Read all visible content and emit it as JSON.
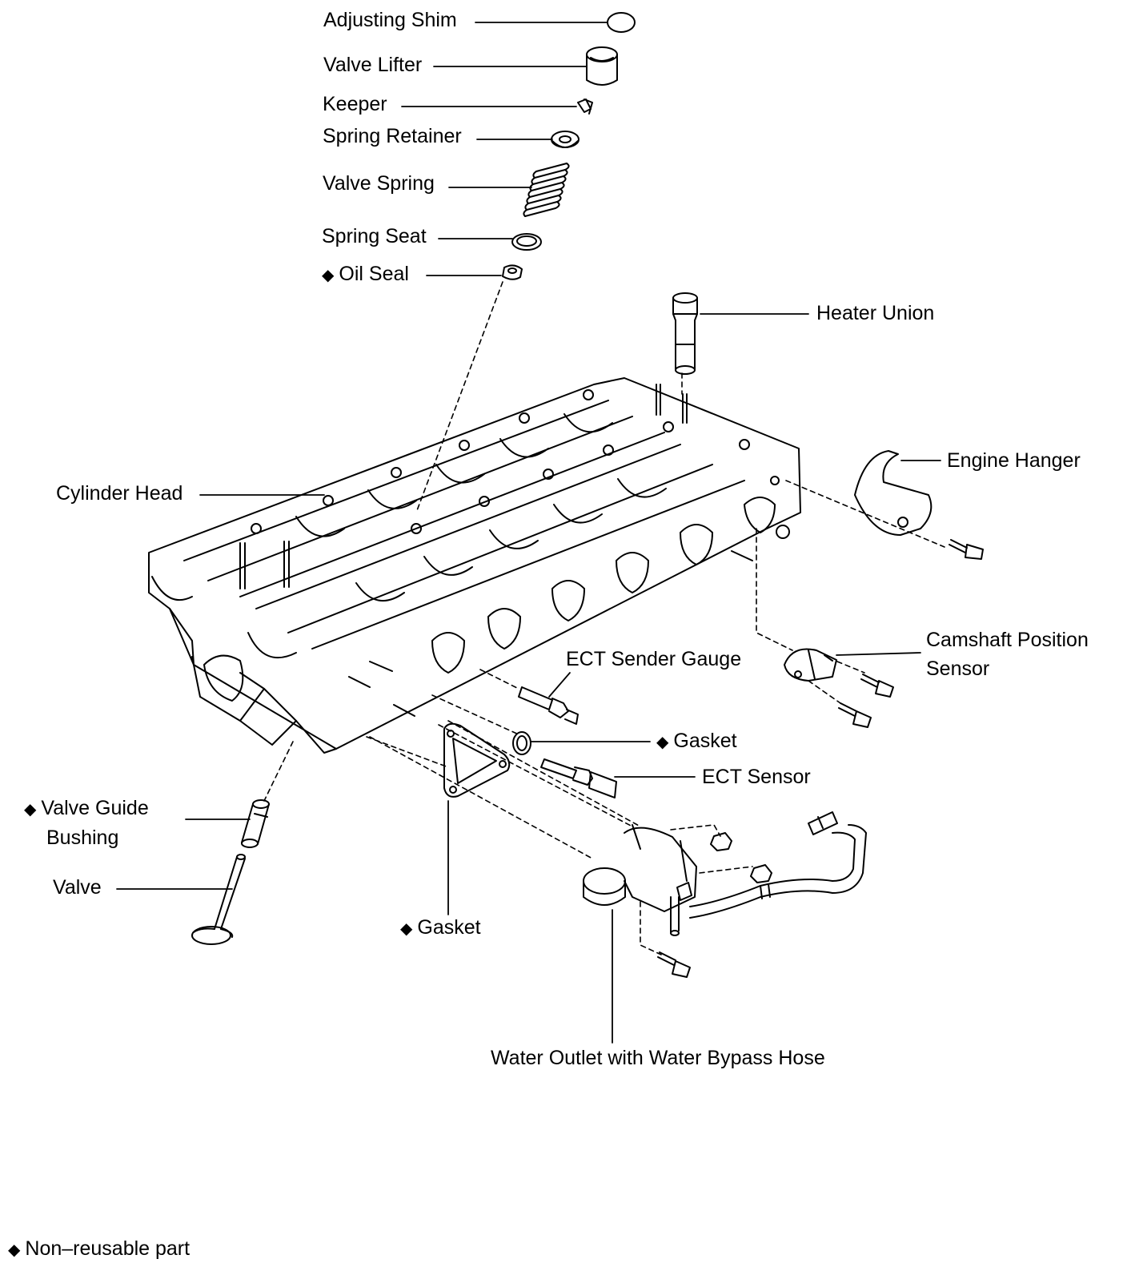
{
  "labels": {
    "adjusting_shim": "Adjusting Shim",
    "valve_lifter": "Valve Lifter",
    "keeper": "Keeper",
    "spring_retainer": "Spring Retainer",
    "valve_spring": "Valve Spring",
    "spring_seat": "Spring Seat",
    "oil_seal": "Oil Seal",
    "heater_union": "Heater Union",
    "cylinder_head": "Cylinder Head",
    "engine_hanger": "Engine Hanger",
    "camshaft_position_sensor_1": "Camshaft Position",
    "camshaft_position_sensor_2": "Sensor",
    "ect_sender_gauge": "ECT Sender Gauge",
    "gasket_upper": "Gasket",
    "ect_sensor": "ECT Sensor",
    "valve_guide_bushing_1": "Valve Guide",
    "valve_guide_bushing_2": "Bushing",
    "valve": "Valve",
    "gasket_lower": "Gasket",
    "water_outlet": "Water Outlet with Water Bypass Hose"
  },
  "markers": {
    "non_reusable_symbol": "◆"
  },
  "legend": {
    "symbol": "◆",
    "text": "Non–reusable part"
  }
}
